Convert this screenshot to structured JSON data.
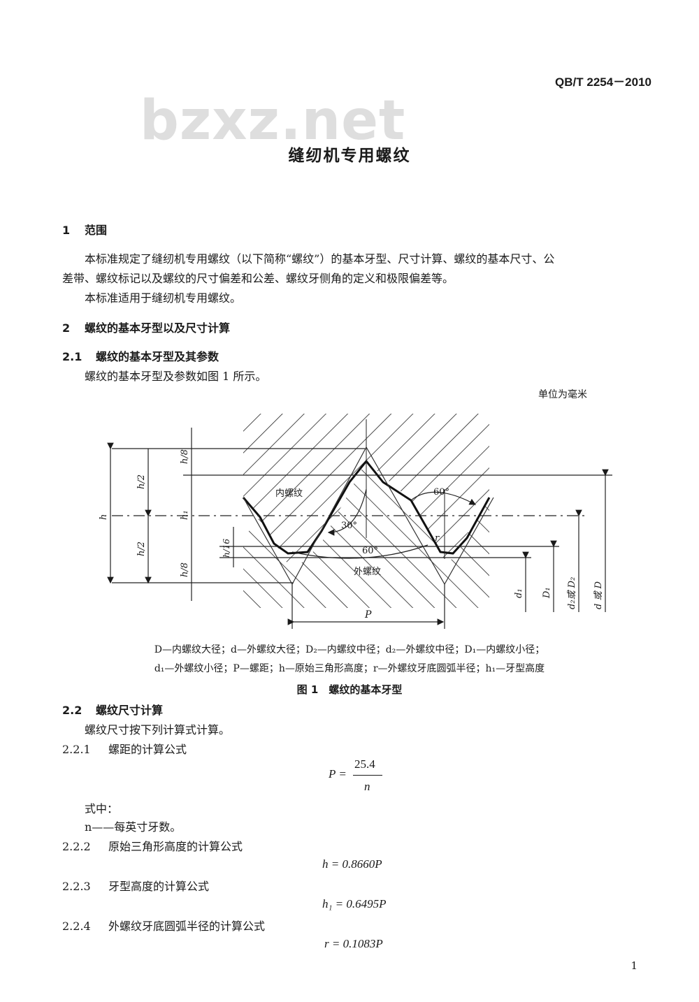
{
  "header": {
    "standard_number": "QB/T 2254－2010",
    "watermark": "bzxz.net"
  },
  "title": "缝纫机专用螺纹",
  "sections": {
    "s1": {
      "number": "1",
      "heading": "范围",
      "p1_line1": "本标准规定了缝纫机专用螺纹（以下简称“螺纹”）的基本牙型、尺寸计算、螺纹的基本尺寸、公",
      "p1_line2": "差带、螺纹标记以及螺纹的尺寸偏差和公差、螺纹牙侧角的定义和极限偏差等。",
      "p2": "本标准适用于缝纫机专用螺纹。"
    },
    "s2": {
      "number": "2",
      "heading": "螺纹的基本牙型以及尺寸计算"
    },
    "s2_1": {
      "number": "2.1",
      "heading": "螺纹的基本牙型及其参数",
      "text": "螺纹的基本牙型及参数如图 1 所示。"
    },
    "figure": {
      "unit_note": "单位为毫米",
      "labels": {
        "h8_top": "h/8",
        "h2_top": "h/2",
        "h": "h",
        "h1": "h₁",
        "h2_bottom": "h/2",
        "h16": "h/16",
        "h8_bottom": "h/8",
        "internal_thread": "内螺纹",
        "external_thread": "外螺纹",
        "angle_60_top": "60°",
        "angle_30": "30°",
        "angle_60_bottom": "60°",
        "r": "r",
        "P": "P",
        "d1": "d₁",
        "D1": "D₁",
        "d2D2": "d₂或 D₂",
        "dD": "d 或 D"
      },
      "caption_line1": "D—内螺纹大径；d—外螺纹大径；D₂—内螺纹中径；d₂—外螺纹中径；D₁—内螺纹小径；",
      "caption_line2": "d₁—外螺纹小径；P—螺距；h—原始三角形高度；r—外螺纹牙底圆弧半径；h₁—牙型高度",
      "title": "图 1　螺纹的基本牙型"
    },
    "s2_2": {
      "number": "2.2",
      "heading": "螺纹尺寸计算",
      "text": "螺纹尺寸按下列计算式计算。"
    },
    "s2_2_1": {
      "number": "2.2.1",
      "heading": "螺距的计算公式",
      "formula_lhs": "P =",
      "formula_num": "25.4",
      "formula_den": "n",
      "where": "式中：",
      "n_def": "n——每英寸牙数。"
    },
    "s2_2_2": {
      "number": "2.2.2",
      "heading": "原始三角形高度的计算公式",
      "formula": "h = 0.8660P"
    },
    "s2_2_3": {
      "number": "2.2.3",
      "heading": "牙型高度的计算公式",
      "formula": "h₁ = 0.6495P"
    },
    "s2_2_4": {
      "number": "2.2.4",
      "heading": "外螺纹牙底圆弧半径的计算公式",
      "formula": "r = 0.1083P"
    }
  },
  "page_number": "1"
}
